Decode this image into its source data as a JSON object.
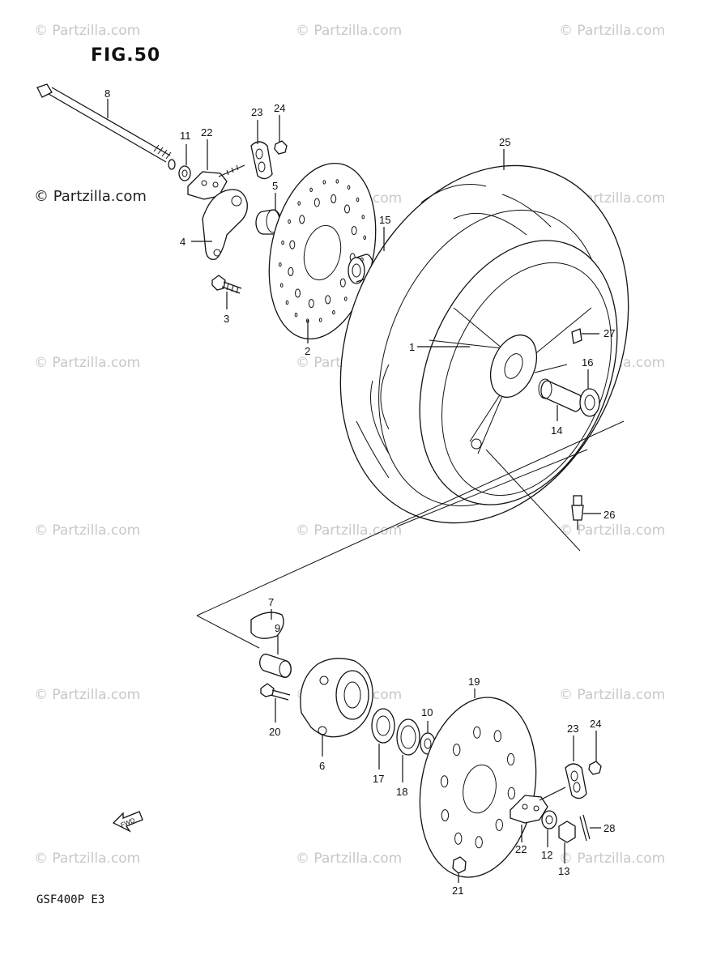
{
  "figure": {
    "title": "FIG.50",
    "model": "GSF400P  E3",
    "brand_watermark": "© Partzilla.com",
    "watermark_text": "© Partzilla.com",
    "fwd_label": "FWD"
  },
  "callouts": [
    "1",
    "2",
    "3",
    "4",
    "5",
    "6",
    "7",
    "8",
    "9",
    "10",
    "11",
    "12",
    "13",
    "14",
    "15",
    "16",
    "17",
    "18",
    "19",
    "20",
    "21",
    "22",
    "22",
    "23",
    "23",
    "24",
    "24",
    "25",
    "26",
    "27",
    "28"
  ]
}
